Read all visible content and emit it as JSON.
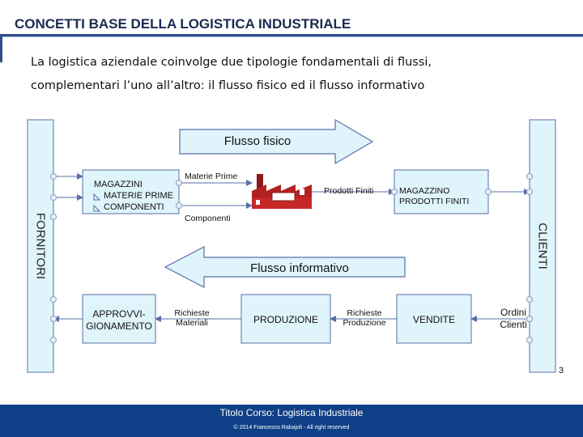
{
  "header": {
    "title": "CONCETTI BASE DELLA LOGISTICA INDUSTRIALE"
  },
  "intro": {
    "line1": "La logistica aziendale coinvolge due tipologie fondamentali di flussi,",
    "line2": "complementari l’uno all’altro: il flusso fisico ed il flusso informativo"
  },
  "diagram": {
    "fornitori": "FORNITORI",
    "clienti": "CLIENTI",
    "flusso_fisico": "Flusso fisico",
    "flusso_informativo": "Flusso informativo",
    "magazzini": {
      "title": "MAGAZZINI",
      "item1": "MATERIE PRIME",
      "item2": "COMPONENTI"
    },
    "materie_prime": "Materie Prime",
    "componenti": "Componenti",
    "prodotti_finiti": "Prodotti Finiti",
    "magazzino_pf": {
      "line1": "MAGAZZINO",
      "line2": "PRODOTTI FINITI"
    },
    "approvvigionamento": {
      "line1": "APPROVVI-",
      "line2": "GIONAMENTO"
    },
    "richieste_materiali": {
      "line1": "Richieste",
      "line2": "Materiali"
    },
    "produzione": "PRODUZIONE",
    "richieste_produzione": {
      "line1": "Richieste",
      "line2": "Produzione"
    },
    "vendite": "VENDITE",
    "ordini_clienti": {
      "line1": "Ordini",
      "line2": "Clienti"
    },
    "colors": {
      "fill": "#dff4fb",
      "stroke": "#5a6fa8",
      "factory": "#b22222"
    }
  },
  "footer": {
    "page_number": "3",
    "course_title": "Titolo Corso: Logistica Industriale",
    "copyright": "© 2014 Francesco Rabajoli - All right reserved"
  }
}
